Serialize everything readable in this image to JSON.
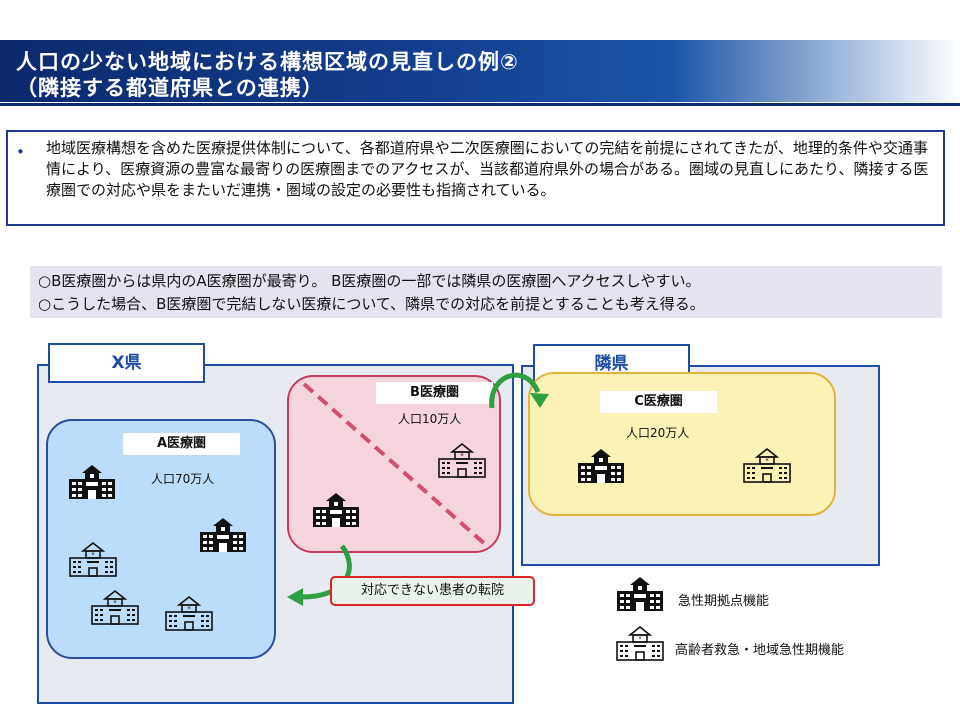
{
  "title": {
    "line1": "人口の少ない地域における構想区域の見直しの例②",
    "line2": "（隣接する都道府県との連携）"
  },
  "summary": {
    "bullet": "•",
    "text": "地域医療構想を含めた医療提供体制について、各都道府県や二次医療圏においての完結を前提にされてきたが、地理的条件や交通事情により、医療資源の豊富な最寄りの医療圏までのアクセスが、当該都道府県外の場合がある。圏域の見直しにあたり、隣接する医療圏での対応や県をまたいだ連携・圏域の設定の必要性も指摘されている。"
  },
  "notes": [
    "○B医療圏からは県内のA医療圏が最寄り。 B医療圏の一部では隣県の医療圏へアクセスしやすい。",
    "○こうした場合、B医療圏で完結しない医療について、隣県での対応を前提とすることも考え得る。"
  ],
  "diagram": {
    "prefecture_x": "X県",
    "prefecture_neighbor": "隣県",
    "region_a": {
      "name": "A医療圏",
      "population": "人口70万人"
    },
    "region_b": {
      "name": "B医療圏",
      "population": "人口10万人"
    },
    "region_c": {
      "name": "C医療圏",
      "population": "人口20万人"
    },
    "transfer_label": "対応できない患者の転院"
  },
  "legend": {
    "acute_base": "急性期拠点機能",
    "elderly_emergency": "高齢者救急・地域急性期機能"
  },
  "colors": {
    "title_bar": "#0b2a6e",
    "prefecture_border": "#1f4da6",
    "region_a_fill": "#bcdcfb",
    "region_b_fill": "#f6d4dd",
    "region_c_fill": "#fbf2b6",
    "arrow_green": "#2ea043",
    "dashed_line": "#d0506e",
    "transfer_border": "#d92727"
  },
  "icons": {
    "acute_base": "hospital-filled-icon",
    "elderly_emergency": "hospital-outline-icon",
    "arrow": "curved-arrow-icon"
  }
}
